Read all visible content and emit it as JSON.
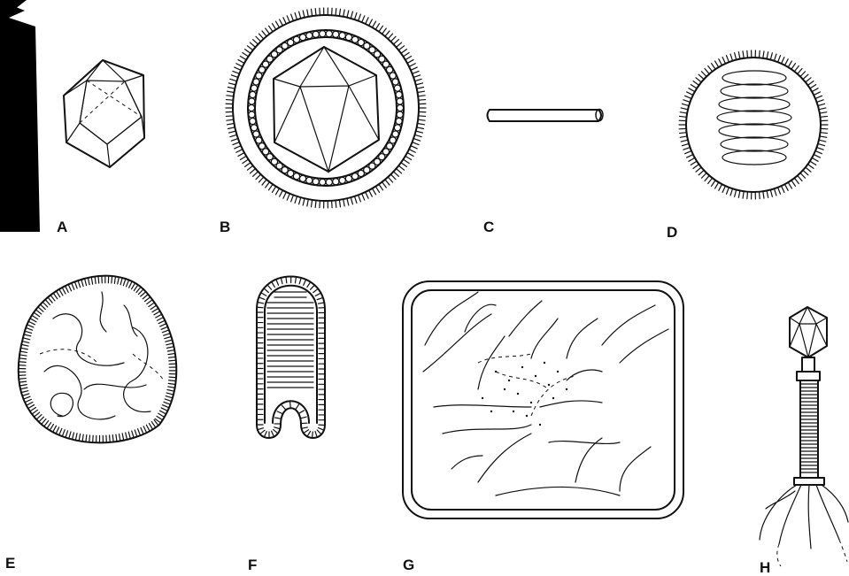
{
  "panels": [
    {
      "id": "a",
      "label": "A"
    },
    {
      "id": "b",
      "label": "B"
    },
    {
      "id": "c",
      "label": "C"
    },
    {
      "id": "d",
      "label": "D"
    },
    {
      "id": "e",
      "label": "E"
    },
    {
      "id": "f",
      "label": "F"
    },
    {
      "id": "g",
      "label": "G"
    },
    {
      "id": "h",
      "label": "H"
    }
  ],
  "colors": {
    "ink": "#111111",
    "background": "#ffffff",
    "scan_edge": "#000000"
  }
}
